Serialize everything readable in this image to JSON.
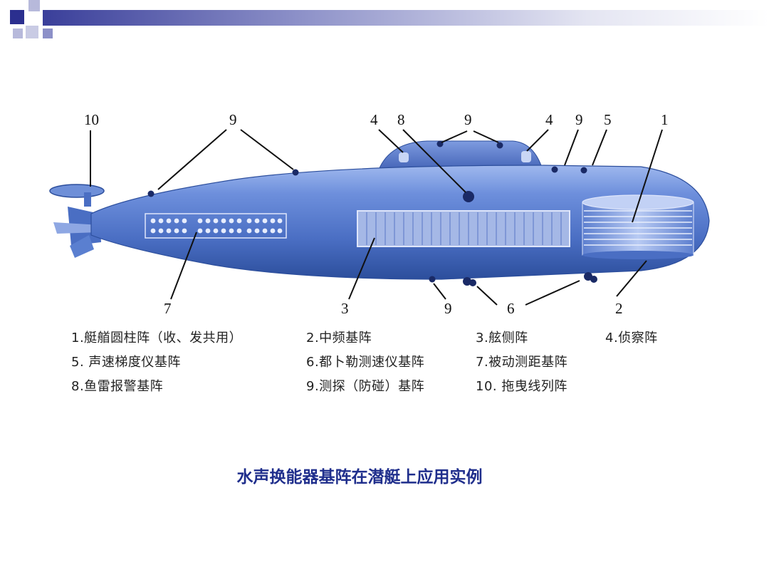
{
  "colors": {
    "hull": "#5a7fd0",
    "hull_dark": "#2c4e9c",
    "accent": "#1f3e9e",
    "caption": "#1f2e8c",
    "header_square": "#2b2f8f"
  },
  "labels": {
    "top_10": "10",
    "top_9a": "9",
    "top_4a": "4",
    "top_8": "8",
    "top_9b": "9",
    "top_4b": "4",
    "top_9c": "9",
    "top_5": "5",
    "top_1": "1",
    "bottom_7": "7",
    "bottom_3": "3",
    "bottom_9": "9",
    "bottom_6": "6",
    "bottom_2": "2"
  },
  "legend": [
    "1.艇艏圆柱阵（收、发共用）",
    "2.中频基阵",
    "3.舷侧阵",
    "4.侦察阵",
    "5.  声速梯度仪基阵",
    "6.都卜勒测速仪基阵",
    "7.被动测距基阵",
    "8.鱼雷报警基阵",
    "9.测探（防碰）基阵",
    "10.  拖曳线列阵"
  ],
  "caption": "水声换能器基阵在潜艇上应用实例"
}
